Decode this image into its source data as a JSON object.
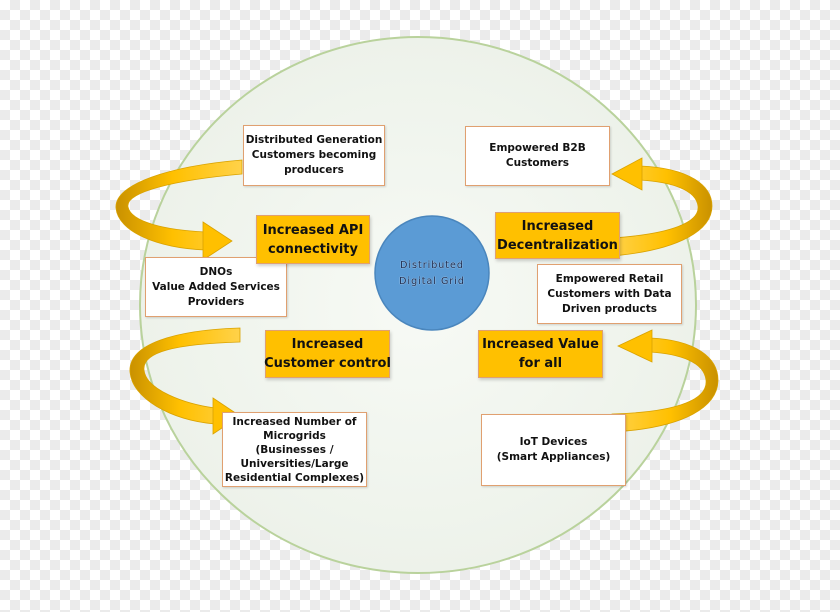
{
  "center": {
    "lines": [
      "Distributed",
      "Digital Grid"
    ],
    "color": "#5b9bd5"
  },
  "colors": {
    "outer_circle": "#f2f6f0",
    "highlight_box": "#ffc000",
    "arrow": "#ffc000"
  },
  "white_boxes": {
    "distributed_generation": [
      "Distributed Generation",
      "Customers becoming",
      "producers"
    ],
    "empowered_b2b": [
      "Empowered B2B",
      "Customers"
    ],
    "dnos": [
      "DNOs",
      "Value Added Services",
      "Providers"
    ],
    "empowered_retail": [
      "Empowered Retail",
      "Customers with Data",
      "Driven products"
    ],
    "microgrids": [
      "Increased Number of",
      "Microgrids",
      "(Businesses /",
      "Universities/Large",
      "Residential Complexes)"
    ],
    "iot": [
      "IoT Devices",
      "(Smart Appliances)"
    ]
  },
  "orange_boxes": {
    "api": [
      "Increased API",
      "connectivity"
    ],
    "decentralization": [
      "Increased",
      "Decentralization"
    ],
    "customer_control": [
      "Increased",
      "Customer control"
    ],
    "value": [
      "Increased Value",
      "for all"
    ]
  },
  "arrows": [
    "arrow-top-left",
    "arrow-top-right",
    "arrow-bottom-left",
    "arrow-bottom-right"
  ]
}
